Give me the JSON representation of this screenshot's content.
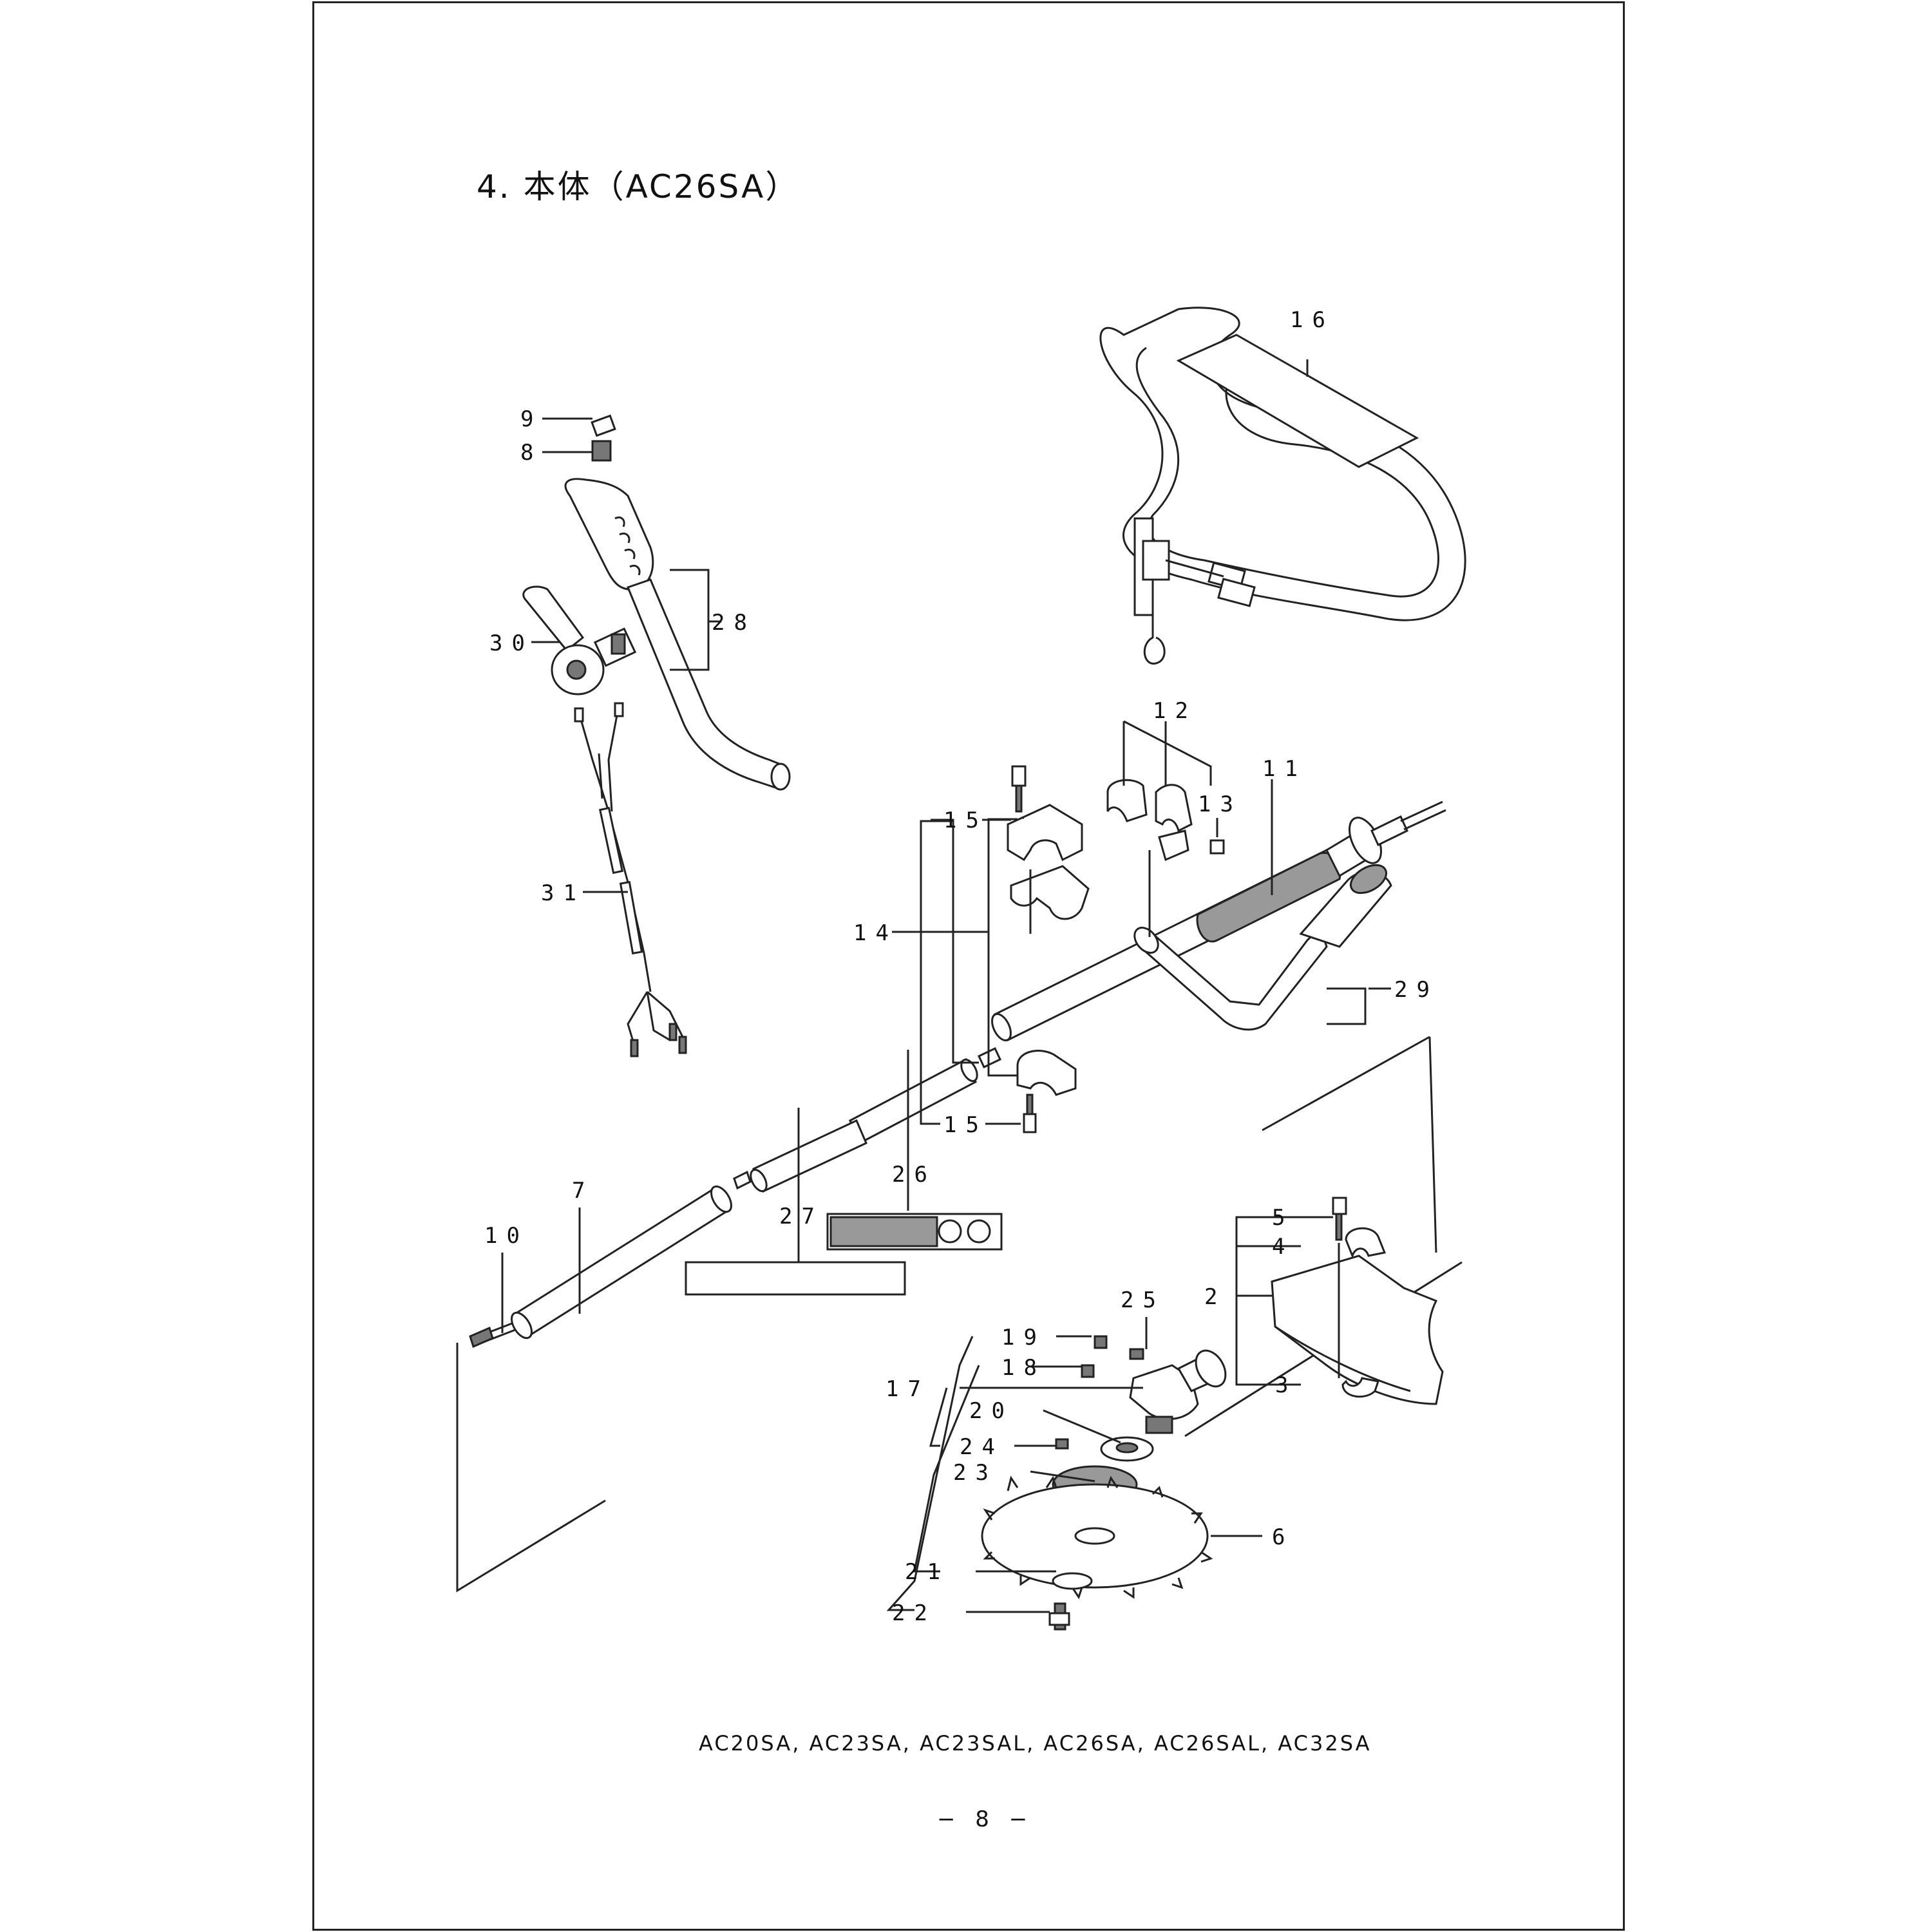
{
  "section_title": "4. 本体（AC26SA）",
  "models": "AC20SA, AC23SA, AC23SAL, AC26SA, AC26SAL, AC32SA",
  "page_number": "− 8 −",
  "callouts": {
    "p2": "2",
    "p3": "3",
    "p4": "4",
    "p5": "5",
    "p6": "6",
    "p7": "7",
    "p8": "8",
    "p9": "9",
    "p10": "10",
    "p11": "11",
    "p12": "12",
    "p13": "13",
    "p14": "14",
    "p15a": "15",
    "p15b": "15",
    "p16": "16",
    "p17": "17",
    "p18": "18",
    "p19": "19",
    "p20": "20",
    "p21": "21",
    "p22": "22",
    "p23": "23",
    "p24": "24",
    "p25": "25",
    "p26": "26",
    "p27": "27",
    "p28": "28",
    "p29": "29",
    "p30": "30",
    "p31": "31"
  }
}
